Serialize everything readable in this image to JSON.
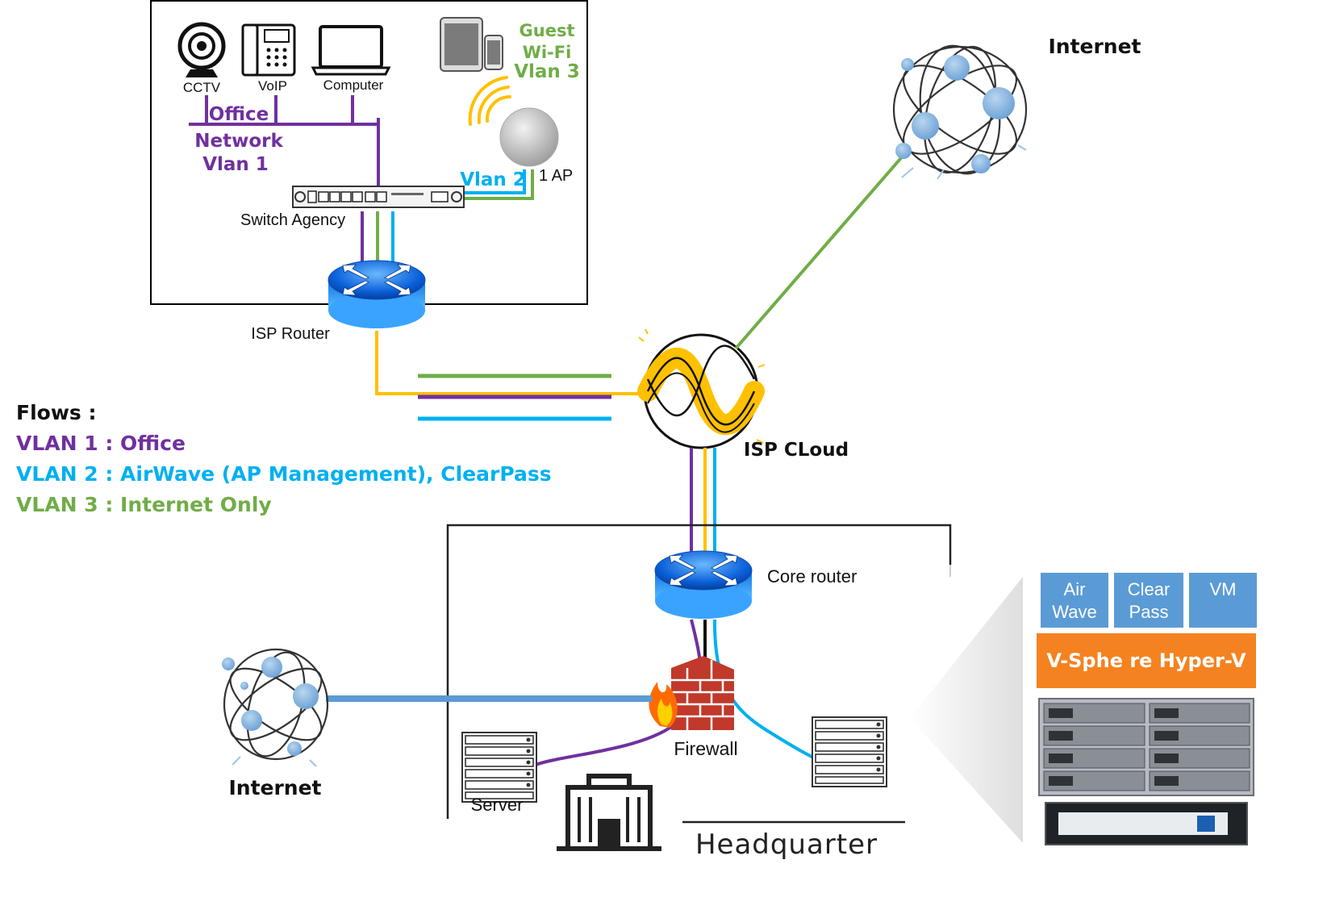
{
  "devices": {
    "cctv": "CCTV",
    "voip": "VoIP",
    "computer": "Computer",
    "guest": "Guest",
    "wifi": "Wi-Fi",
    "vlan3": "Vlan 3",
    "office": "Office",
    "network": "Network",
    "vlan1": "Vlan 1",
    "vlan2": "Vlan 2",
    "ap": "1 AP",
    "switch": "Switch Agency",
    "isp_router": "ISP Router",
    "isp_cloud": "ISP CLoud",
    "internet_top": "Internet",
    "internet_bottom": "Internet",
    "core_router": "Core router",
    "firewall": "Firewall",
    "server": "Server",
    "headquarter": "Headquarter"
  },
  "flows": {
    "title": "Flows :",
    "items": [
      "VLAN 1 : Office",
      "VLAN 2 :  AirWave (AP Management), ClearPass",
      "VLAN 3 : Internet Only"
    ]
  },
  "stack": {
    "air_1": "Air",
    "air_2": "Wave",
    "clear_1": "Clear",
    "clear_2": "Pass",
    "vm": "VM",
    "hypervisor": "V-Sphe re Hyper-V"
  },
  "colors": {
    "vlan1": "#7030a0",
    "vlan2": "#00b0f0",
    "vlan3": "#70ad47",
    "isp_link": "#ffc000",
    "internet_link": "#5b9bd5",
    "stack_box": "#5b9bd5",
    "hypervisor": "#f58220"
  }
}
